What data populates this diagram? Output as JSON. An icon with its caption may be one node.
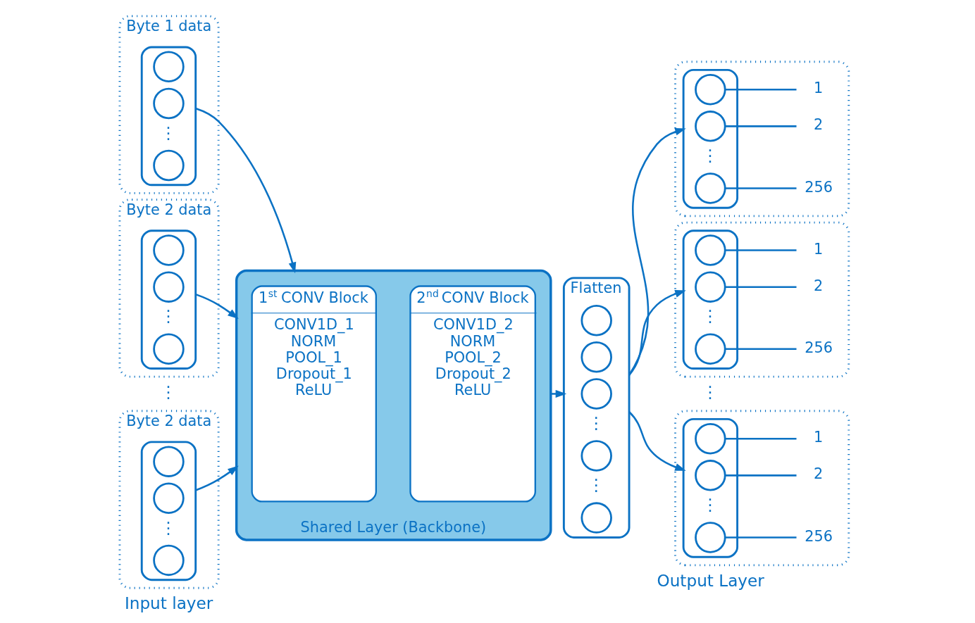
{
  "diagram": {
    "nodes": [
      {
        "text": [
          "Byte 1 data"
        ]
      },
      {
        "text": [],
        "shape": "box",
        "in": 0
      },
      {
        "text": [],
        "shape": "circle",
        "in": 1
      },
      {
        "text": [],
        "shape": "circle",
        "in": 1
      },
      {
        "text": [],
        "shape": "circle",
        "in": 1
      },
      {
        "text": [
          "Byte 2 data"
        ]
      },
      {
        "text": [],
        "shape": "box",
        "in": 5
      },
      {
        "text": [],
        "shape": "circle",
        "in": 6
      },
      {
        "text": [],
        "shape": "circle",
        "in": 6
      },
      {
        "text": [],
        "shape": "circle",
        "in": 6
      },
      {
        "text": [
          "Byte 2 data"
        ]
      },
      {
        "text": [],
        "shape": "box",
        "in": 10
      },
      {
        "text": [],
        "shape": "circle",
        "in": 11
      },
      {
        "text": [],
        "shape": "circle",
        "in": 11
      },
      {
        "text": [],
        "shape": "circle",
        "in": 11
      },
      {
        "text": [
          "Shared Layer (Backbone)"
        ]
      },
      {
        "text": [
          "1$^{st}$ CONV Block",
          "CONV1D_1 NORM POOL_1 Dropout_1 ReLU"
        ],
        "in": 15
      },
      {
        "text": [
          "2$^{nd}$ CONV Block",
          "CONV1D_2 NORM POOL_2 Dropout_2 ReLU"
        ],
        "in": 15
      },
      {
        "text": [
          "Flatten"
        ]
      },
      {
        "text": [],
        "shape": "circle",
        "in": 18
      },
      {
        "text": [],
        "shape": "circle",
        "in": 18
      },
      {
        "text": [],
        "shape": "circle",
        "in": 18
      },
      {
        "text": [],
        "shape": "circle",
        "in": 18
      },
      {
        "text": [],
        "shape": "circle",
        "in": 18
      },
      {
        "text": [],
        "shape": "box"
      },
      {
        "text": [],
        "shape": "box",
        "in": 24
      },
      {
        "text": [],
        "shape": "circle",
        "in": 25
      },
      {
        "text": [],
        "shape": "circle",
        "in": 25
      },
      {
        "text": [],
        "shape": "circle",
        "in": 25
      },
      {
        "text": [
          "1"
        ],
        "in": 24
      },
      {
        "text": [
          "2"
        ],
        "in": 24
      },
      {
        "text": [
          "256"
        ],
        "in": 24
      },
      {
        "text": [],
        "shape": "box"
      },
      {
        "text": [],
        "shape": "box",
        "in": 32
      },
      {
        "text": [],
        "shape": "circle",
        "in": 33
      },
      {
        "text": [],
        "shape": "circle",
        "in": 33
      },
      {
        "text": [],
        "shape": "circle",
        "in": 33
      },
      {
        "text": [
          "1"
        ],
        "in": 32
      },
      {
        "text": [
          "2"
        ],
        "in": 32
      },
      {
        "text": [
          "256"
        ],
        "in": 32
      },
      {
        "text": [],
        "shape": "box"
      },
      {
        "text": [],
        "shape": "box",
        "in": 40
      },
      {
        "text": [],
        "shape": "circle",
        "in": 41
      },
      {
        "text": [],
        "shape": "circle",
        "in": 41
      },
      {
        "text": [],
        "shape": "circle",
        "in": 41
      },
      {
        "text": [
          "1"
        ],
        "in": 40
      },
      {
        "text": [
          "2"
        ],
        "in": 40
      },
      {
        "text": [
          "256"
        ],
        "in": 40
      }
    ],
    "edges": [
      {
        "from": 1,
        "to": 15,
        "arrow": "to"
      },
      {
        "from": 6,
        "to": 15,
        "arrow": "to"
      },
      {
        "from": 11,
        "to": 15,
        "arrow": "to"
      },
      {
        "from": 15,
        "to": 18,
        "arrow": "to"
      },
      {
        "from": 18,
        "to": 25,
        "arrow": "to"
      },
      {
        "from": 18,
        "to": 33,
        "arrow": "to"
      },
      {
        "from": 18,
        "to": 41,
        "arrow": "to"
      },
      {
        "from": 26,
        "to": 29,
        "arrow": "none"
      },
      {
        "from": 27,
        "to": 30,
        "arrow": "none"
      },
      {
        "from": 28,
        "to": 31,
        "arrow": "none"
      },
      {
        "from": 34,
        "to": 37,
        "arrow": "none"
      },
      {
        "from": 35,
        "to": 38,
        "arrow": "none"
      },
      {
        "from": 36,
        "to": 39,
        "arrow": "none"
      },
      {
        "from": 42,
        "to": 45,
        "arrow": "none"
      },
      {
        "from": 43,
        "to": 46,
        "arrow": "none"
      },
      {
        "from": 44,
        "to": 47,
        "arrow": "none"
      }
    ],
    "labels": [
      "⋮",
      "⋮",
      "⋮",
      "⋮",
      "Input layer",
      "⋮",
      "⋮",
      "⋮",
      "⋮",
      "⋮",
      "⋮",
      "Output Layer"
    ]
  }
}
